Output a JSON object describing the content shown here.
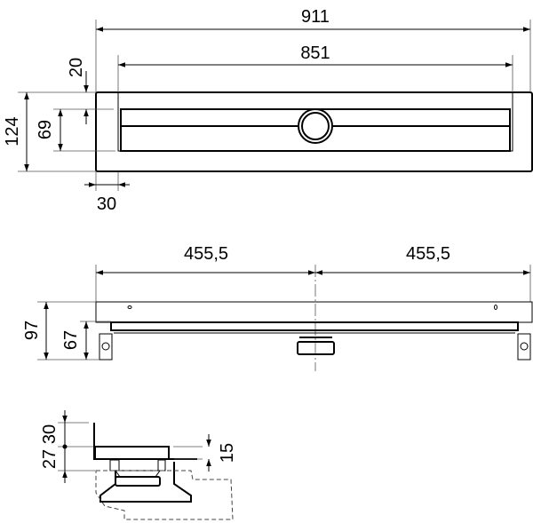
{
  "top_view": {
    "overall_length": "911",
    "inner_length": "851",
    "offset_top": "20",
    "overall_width": "124",
    "channel_width": "69",
    "offset_side": "30"
  },
  "side_view": {
    "half_length_left": "455,5",
    "half_length_right": "455,5",
    "overall_height": "97",
    "body_height": "67"
  },
  "section_view": {
    "upper_height": "30",
    "lower_height": "27",
    "plate_height": "15"
  }
}
